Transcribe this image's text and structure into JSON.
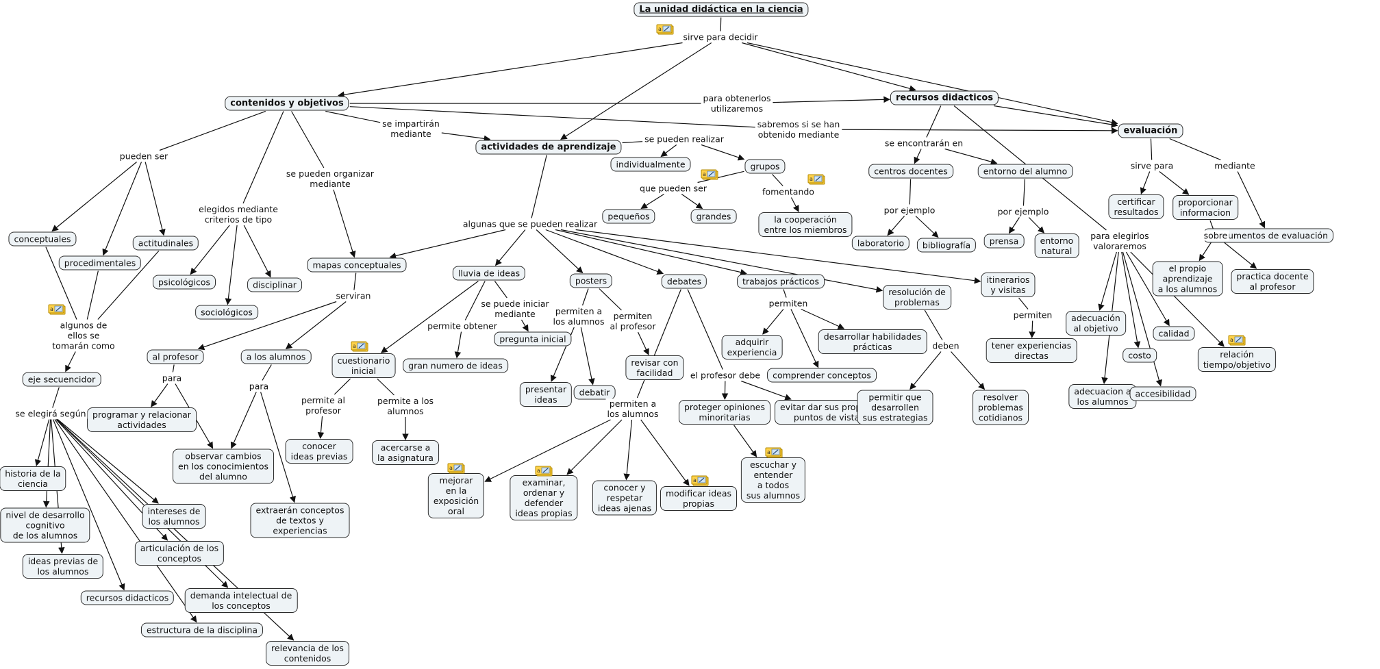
{
  "colors": {
    "node_fill": "#eef3f6",
    "node_border": "#2b2b2b",
    "line": "#111111",
    "icon_fill": "#ffd24a",
    "icon_border": "#b38a00"
  },
  "nodes": [
    {
      "id": "n_title",
      "text": "La unidad didáctica en la ciencia",
      "style": "title"
    },
    {
      "id": "n_contenidos",
      "text": "contenidos y objetivos",
      "style": "bold"
    },
    {
      "id": "n_recursos",
      "text": "recursos didacticos",
      "style": "bold"
    },
    {
      "id": "n_actividades",
      "text": "actividades de aprendizaje",
      "style": "bold"
    },
    {
      "id": "n_evaluacion",
      "text": "evaluación",
      "style": "bold"
    },
    {
      "id": "n_conceptuales",
      "text": "conceptuales"
    },
    {
      "id": "n_procedimentales",
      "text": "procedimentales"
    },
    {
      "id": "n_actitudinales",
      "text": "actitudinales"
    },
    {
      "id": "n_psicologicos",
      "text": "psicológicos"
    },
    {
      "id": "n_sociologicos",
      "text": "sociológicos"
    },
    {
      "id": "n_disciplinar",
      "text": "disciplinar"
    },
    {
      "id": "n_mapas",
      "text": "mapas conceptuales"
    },
    {
      "id": "n_eje",
      "text": "eje secuencidor"
    },
    {
      "id": "n_alprofesor",
      "text": "al profesor"
    },
    {
      "id": "n_alosalumnos",
      "text": "a los alumnos"
    },
    {
      "id": "n_programar",
      "text": "programar y relacionar\nactividades"
    },
    {
      "id": "n_observar",
      "text": "observar cambios\nen los conocimientos\ndel alumno"
    },
    {
      "id": "n_extraeran",
      "text": "extraerán conceptos\nde textos y\nexperiencias"
    },
    {
      "id": "n_historia",
      "text": "historia de la\nciencia"
    },
    {
      "id": "n_nivel",
      "text": "nivel de desarrollo\ncognitivo\nde los alumnos"
    },
    {
      "id": "n_ideasprevias",
      "text": "ideas previas de\nlos alumnos"
    },
    {
      "id": "n_recursos2",
      "text": "recursos didacticos"
    },
    {
      "id": "n_estructura",
      "text": "estructura de la disciplina"
    },
    {
      "id": "n_intereses",
      "text": "intereses de\nlos alumnos"
    },
    {
      "id": "n_articulacion",
      "text": "articulación de los\nconceptos"
    },
    {
      "id": "n_demanda",
      "text": "demanda intelectual de\nlos conceptos"
    },
    {
      "id": "n_relevancia",
      "text": "relevancia de los\ncontenidos"
    },
    {
      "id": "n_individualmente",
      "text": "individualmente"
    },
    {
      "id": "n_grupos",
      "text": "grupos"
    },
    {
      "id": "n_pequenos",
      "text": "pequeños"
    },
    {
      "id": "n_grandes",
      "text": "grandes"
    },
    {
      "id": "n_cooperacion",
      "text": "la cooperación\nentre los miembros"
    },
    {
      "id": "n_lluvia",
      "text": "lluvia de ideas"
    },
    {
      "id": "n_posters",
      "text": "posters"
    },
    {
      "id": "n_debates",
      "text": "debates"
    },
    {
      "id": "n_trabajos",
      "text": "trabajos prácticos"
    },
    {
      "id": "n_resolucion",
      "text": "resolución de\nproblemas"
    },
    {
      "id": "n_itinerarios",
      "text": "itinerarios\ny visitas"
    },
    {
      "id": "n_cuestionario",
      "text": "cuestionario\ninicial"
    },
    {
      "id": "n_gran",
      "text": "gran numero de ideas"
    },
    {
      "id": "n_pregunta",
      "text": "pregunta inicial"
    },
    {
      "id": "n_conocer",
      "text": "conocer\nideas previas"
    },
    {
      "id": "n_acercarse",
      "text": "acercarse a\nla asignatura"
    },
    {
      "id": "n_presentar",
      "text": "presentar\nideas"
    },
    {
      "id": "n_debatir",
      "text": "debatir"
    },
    {
      "id": "n_revisar",
      "text": "revisar con\nfacilidad"
    },
    {
      "id": "n_mejorar",
      "text": "mejorar\nen la\nexposición\noral"
    },
    {
      "id": "n_examinar",
      "text": "examinar,\nordenar y\ndefender\nideas propias"
    },
    {
      "id": "n_conocerrespetar",
      "text": "conocer y\nrespetar\nideas ajenas"
    },
    {
      "id": "n_modificar",
      "text": "modificar ideas\npropias"
    },
    {
      "id": "n_proteger",
      "text": "proteger opiniones\nminoritarias"
    },
    {
      "id": "n_evitar",
      "text": "evitar dar sus propios\npuntos de vista"
    },
    {
      "id": "n_escuchar",
      "text": "escuchar y\nentender\na todos\nsus alumnos"
    },
    {
      "id": "n_adquirir",
      "text": "adquirir\nexperiencia"
    },
    {
      "id": "n_desarrollar",
      "text": "desarrollar habilidades\nprácticas"
    },
    {
      "id": "n_comprender",
      "text": "comprender conceptos"
    },
    {
      "id": "n_permitirque",
      "text": "permitir que\ndesarrollen\nsus estrategias"
    },
    {
      "id": "n_resolver",
      "text": "resolver\nproblemas\ncotidianos"
    },
    {
      "id": "n_tener",
      "text": "tener experiencias\ndirectas"
    },
    {
      "id": "n_centros",
      "text": "centros docentes"
    },
    {
      "id": "n_entorno",
      "text": "entorno del alumno"
    },
    {
      "id": "n_laboratorio",
      "text": "laboratorio"
    },
    {
      "id": "n_bibliografia",
      "text": "bibliografía"
    },
    {
      "id": "n_prensa",
      "text": "prensa"
    },
    {
      "id": "n_entornonatural",
      "text": "entorno\nnatural"
    },
    {
      "id": "n_certificar",
      "text": "certificar\nresultados"
    },
    {
      "id": "n_proporcionar",
      "text": "proporcionar\ninformacion"
    },
    {
      "id": "n_instrumentos",
      "text": "instrumentos de evaluación"
    },
    {
      "id": "n_elpropio",
      "text": "el propio\naprendizaje\na los alumnos"
    },
    {
      "id": "n_practica",
      "text": "practica docente\nal profesor"
    },
    {
      "id": "n_adecuacionobj",
      "text": "adecuación\nal objetivo"
    },
    {
      "id": "n_adecuacional",
      "text": "adecuacion a\nlos alumnos"
    },
    {
      "id": "n_costo",
      "text": "costo"
    },
    {
      "id": "n_calidad",
      "text": "calidad"
    },
    {
      "id": "n_accesibilidad",
      "text": "accesibilidad"
    },
    {
      "id": "n_relacion",
      "text": "relación\ntiempo/objetivo"
    }
  ],
  "links": [
    {
      "id": "l_sirvedecidir",
      "text": "sirve para decidir"
    },
    {
      "id": "l_paraobtener",
      "text": "para obtenerlos\nutilizaremos"
    },
    {
      "id": "l_seimpartiran",
      "text": "se impartirán\nmediante"
    },
    {
      "id": "l_sabremos",
      "text": "sabremos si se han\nobtenido mediante"
    },
    {
      "id": "l_puedenser",
      "text": "pueden ser"
    },
    {
      "id": "l_elegidos",
      "text": "elegidos mediante\ncriterios de tipo"
    },
    {
      "id": "l_sepuedenorg",
      "text": "se pueden organizar\nmediante"
    },
    {
      "id": "l_algunos",
      "text": "algunos de\nellos se\ntomarán como"
    },
    {
      "id": "l_seelegira",
      "text": "se elegirá según"
    },
    {
      "id": "l_serviran",
      "text": "serviran"
    },
    {
      "id": "l_para1",
      "text": "para"
    },
    {
      "id": "l_para2",
      "text": "para"
    },
    {
      "id": "l_sepuedenreal",
      "text": "se pueden realizar"
    },
    {
      "id": "l_quepueden",
      "text": "que pueden ser"
    },
    {
      "id": "l_fomentando",
      "text": "fomentando"
    },
    {
      "id": "l_algunasque",
      "text": "algunas que se pueden realizar"
    },
    {
      "id": "l_permiteobtener",
      "text": "permite obtener"
    },
    {
      "id": "l_sepuedeiniciar",
      "text": "se puede iniciar\nmediante"
    },
    {
      "id": "l_permitealprof",
      "text": "permite al\nprofesor"
    },
    {
      "id": "l_permitealos",
      "text": "permite a los\nalumnos"
    },
    {
      "id": "l_permitenalos",
      "text": "permiten a\nlos alumnos"
    },
    {
      "id": "l_permitenalprof",
      "text": "permiten\nal profesor"
    },
    {
      "id": "l_permitenalos2",
      "text": "permiten a\nlos alumnos"
    },
    {
      "id": "l_elprofesordebe",
      "text": "el profesor debe"
    },
    {
      "id": "l_permiten",
      "text": "permiten"
    },
    {
      "id": "l_deben",
      "text": "deben"
    },
    {
      "id": "l_permiten2",
      "text": "permiten"
    },
    {
      "id": "l_seencontraran",
      "text": "se encontrarán en"
    },
    {
      "id": "l_porejemplo1",
      "text": "por ejemplo"
    },
    {
      "id": "l_porejemplo2",
      "text": "por ejemplo"
    },
    {
      "id": "l_paraelegirlos",
      "text": "para elegirlos\nvaloraremos"
    },
    {
      "id": "l_sirvepara",
      "text": "sirve para"
    },
    {
      "id": "l_mediante",
      "text": "mediante"
    },
    {
      "id": "l_sobre",
      "text": "sobre"
    }
  ],
  "resource_icons": [
    {
      "id": "ic1",
      "icon": "resource-icon"
    },
    {
      "id": "ic2",
      "icon": "resource-icon"
    },
    {
      "id": "ic3",
      "icon": "resource-icon"
    },
    {
      "id": "ic4",
      "icon": "resource-icon"
    },
    {
      "id": "ic5",
      "icon": "resource-icon"
    },
    {
      "id": "ic6",
      "icon": "resource-icon"
    },
    {
      "id": "ic7",
      "icon": "resource-icon"
    },
    {
      "id": "ic8",
      "icon": "resource-icon"
    },
    {
      "id": "ic9",
      "icon": "resource-icon"
    },
    {
      "id": "ic10",
      "icon": "resource-icon"
    },
    {
      "id": "ic11",
      "icon": "resource-icon"
    }
  ]
}
